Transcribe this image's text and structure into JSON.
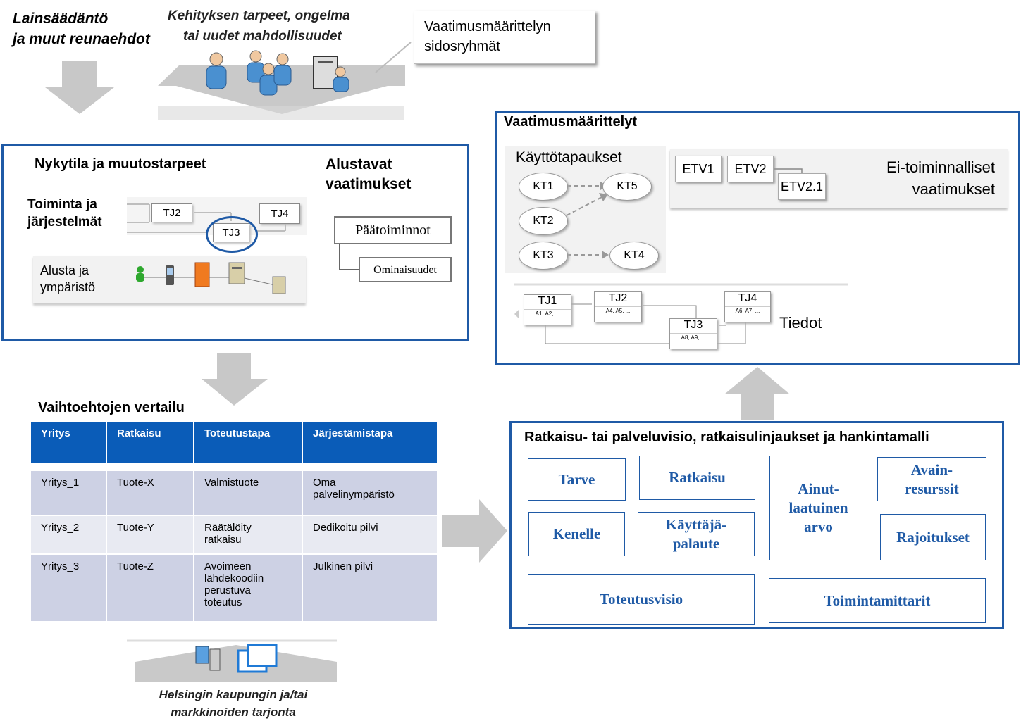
{
  "top": {
    "legislation": [
      "Lainsäädäntö",
      "ja muut reunaehdot"
    ],
    "needs": [
      "Kehityksen tarpeet, ongelma",
      "tai uudet mahdollisuudet"
    ],
    "stakeholders": [
      "Vaatimusmäärittelyn",
      "sidosryhmät"
    ]
  },
  "current": {
    "title": "Nykytila ja muutostarpeet",
    "operations": [
      "Toiminta ja",
      "järjestelmät"
    ],
    "tj_labels": [
      "TJ2",
      "TJ3",
      "TJ4"
    ],
    "platform": [
      "Alusta ja",
      "ympäristö"
    ],
    "prelim_title": [
      "Alustavat",
      "vaatimukset"
    ],
    "main_functions": "Päätoiminnot",
    "features": "Ominaisuudet"
  },
  "requirements": {
    "title": "Vaatimusmäärittelyt",
    "use_cases_title": "Käyttötapaukset",
    "use_cases": [
      "KT1",
      "KT5",
      "KT2",
      "KT3",
      "KT4"
    ],
    "etv": [
      "ETV1",
      "ETV2",
      "ETV2.1"
    ],
    "nonfunctional": [
      "Ei-toiminnalliset",
      "vaatimukset"
    ],
    "data_items": [
      {
        "name": "TJ1",
        "attrs": "A1, A2, ..."
      },
      {
        "name": "TJ2",
        "attrs": "A4, A5, ..."
      },
      {
        "name": "TJ3",
        "attrs": "A8, A9, ..."
      },
      {
        "name": "TJ4",
        "attrs": "A6, A7, ..."
      }
    ],
    "data_label": "Tiedot"
  },
  "comparison": {
    "title": "Vaihtoehtojen vertailu",
    "headers": [
      "Yritys",
      "Ratkaisu",
      "Toteutustapa",
      "Järjestämistapa"
    ],
    "rows": [
      [
        "Yritys_1",
        "Tuote-X",
        "Valmistuote",
        "Oma\npalvelinympäristö"
      ],
      [
        "Yritys_2",
        "Tuote-Y",
        "Räätälöity\nratkaisu",
        "Dedikoitu pilvi"
      ],
      [
        "Yritys_3",
        "Tuote-Z",
        "Avoimeen\nlähdekoodiin\nperustuva\ntoteutus",
        "Julkinen pilvi"
      ]
    ]
  },
  "offering": [
    "Helsingin kaupungin ja/tai",
    "markkinoiden tarjonta"
  ],
  "vision": {
    "title": "Ratkaisu- tai palveluvisio, ratkaisulinjaukset ja hankintamalli",
    "tarve": "Tarve",
    "ratkaisu": "Ratkaisu",
    "ainutlaatuinen": "Ainut-\nlaatuinen\narvo",
    "avainresurssit": "Avain-\nresurssit",
    "kenelle": "Kenelle",
    "kayttajapalaute": "Käyttäjä-\npalaute",
    "rajoitukset": "Rajoitukset",
    "toteutusvisio": "Toteutusvisio",
    "toimintamittarit": "Toimintamittarit"
  },
  "colors": {
    "blue": "#1f5aa6",
    "header_blue": "#0a5cb8",
    "arrow_gray": "#c8c8c8"
  }
}
